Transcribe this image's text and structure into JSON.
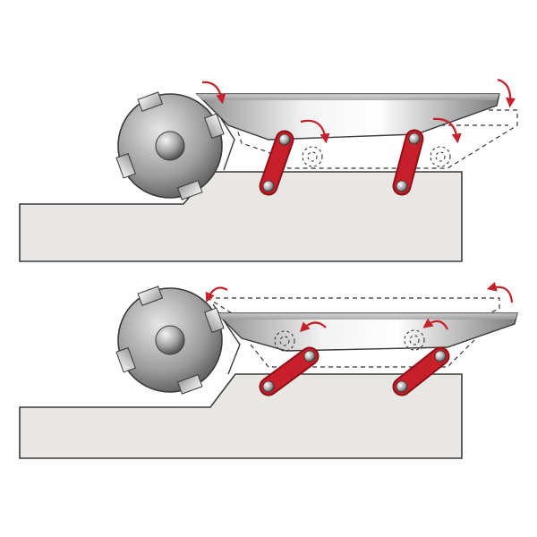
{
  "diagram": {
    "title": "",
    "colors": {
      "base_fill": "#e9e7e3",
      "outline": "#3a3a3a",
      "link_red": "#c8202a",
      "link_red_dark": "#8e0f16",
      "arrow_red": "#c8202a",
      "table_light": "#f4f4f4",
      "table_dark": "#8c8c8c",
      "cutter_light": "#d9d9d9",
      "cutter_dark": "#4a4a4a"
    },
    "panels": [
      {
        "name": "upper-panel",
        "state": "table lowered toward cutter"
      },
      {
        "name": "lower-panel",
        "state": "table raised away from cutter"
      }
    ]
  }
}
